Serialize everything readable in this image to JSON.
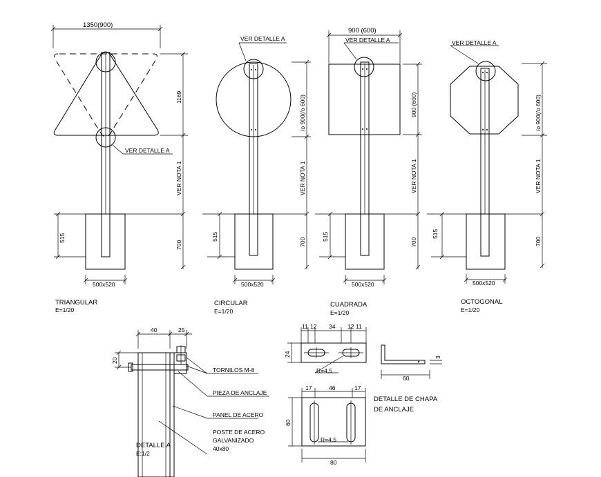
{
  "signs": {
    "triangular": {
      "title": "TRIANGULAR",
      "scale": "E=1/20",
      "width_dim": "1350(900)",
      "height_dim": "1169",
      "post_note": "VER NOTA 1",
      "detail_ref": "VER DETALLE A",
      "embed_dim": "515",
      "depth_dim": "700",
      "base_dim": "500x520"
    },
    "circular": {
      "title": "CIRCULAR",
      "scale": "E=1/20",
      "detail_ref": "VER DETALLE A",
      "size_dim": "/o 900(/o 600)",
      "post_note": "VER NOTA 1",
      "embed_dim": "515",
      "depth_dim": "700",
      "base_dim": "500x520"
    },
    "cuadrada": {
      "title": "CUADRADA",
      "scale": "E=1/20",
      "width_dim": "900 (600)",
      "detail_ref": "VER DETALLE A",
      "size_dim": "900 (600)",
      "post_note": "VER NOTA 1",
      "embed_dim": "515",
      "depth_dim": "700",
      "base_dim": "500x520"
    },
    "octogonal": {
      "title": "OCTOGONAL",
      "scale": "E=1/20",
      "detail_ref": "VER DETALLE A",
      "size_dim": "/o 900(/o 600)",
      "post_note": "VER NOTA 1",
      "depth_dim": "700",
      "embed_dim": "515",
      "base_dim": "500x520"
    }
  },
  "detail_a": {
    "title": "DETALLE A",
    "scale": "E:1/2",
    "dim_40": "40",
    "dim_25": "25",
    "dim_20": "20",
    "labels": {
      "bolts": "TORNILOS M-8",
      "anchor": "PIEZA DE ANCLAJE",
      "panel": "PANEL DE ACERO",
      "post_line1": "POSTE DE ACERO",
      "post_line2": "GALVANIZADO",
      "post_line3": "40x80"
    }
  },
  "plate": {
    "title_line1": "DETALLE DE CHAPA",
    "title_line2": "DE ANCLAJE",
    "top": {
      "d1": "11",
      "d2": "12",
      "d3": "34",
      "d4": "12",
      "d5": "11",
      "height": "24",
      "radius": "R=4.5"
    },
    "side": {
      "length": "60",
      "thickness": "3"
    },
    "bottom": {
      "d1": "17",
      "d2": "46",
      "d3": "17",
      "height": "60",
      "radius": "R=4.5",
      "width": "80"
    }
  }
}
